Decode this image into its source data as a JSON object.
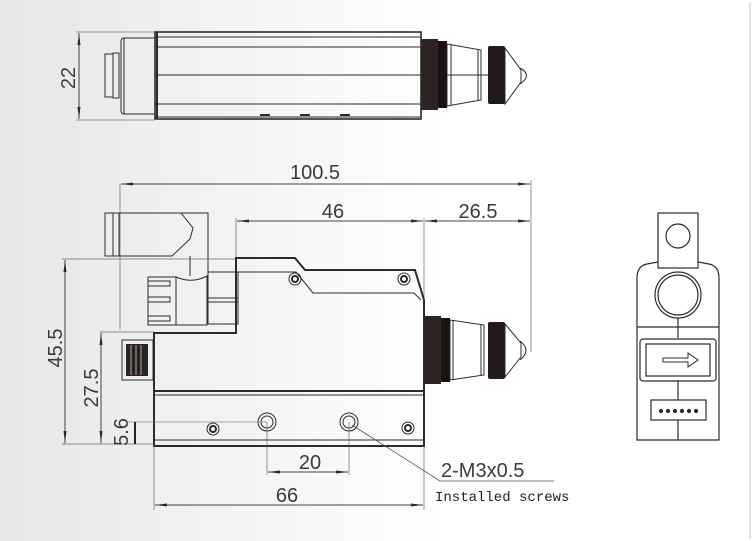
{
  "drawing": {
    "title": "Sensor dimensional drawing",
    "units": "mm",
    "line_color": "#2b2b2b",
    "dim_color": "#555555",
    "dark_fill": "#231a1a",
    "views": [
      "top-view",
      "front-view",
      "side-view"
    ]
  },
  "dimensions": {
    "top_height": "22",
    "overall_length": "100.5",
    "body_length": "46",
    "head_length": "26.5",
    "total_height": "45.5",
    "connector_height": "27.5",
    "hole_offset": "5.6",
    "hole_pitch": "20",
    "base_length": "66"
  },
  "annotations": {
    "screw_spec": "2-M3x0.5",
    "screw_note": "Installed screws"
  },
  "side_view": {
    "arrow_icon": "arrow-right-icon",
    "connector_pins": 6
  }
}
